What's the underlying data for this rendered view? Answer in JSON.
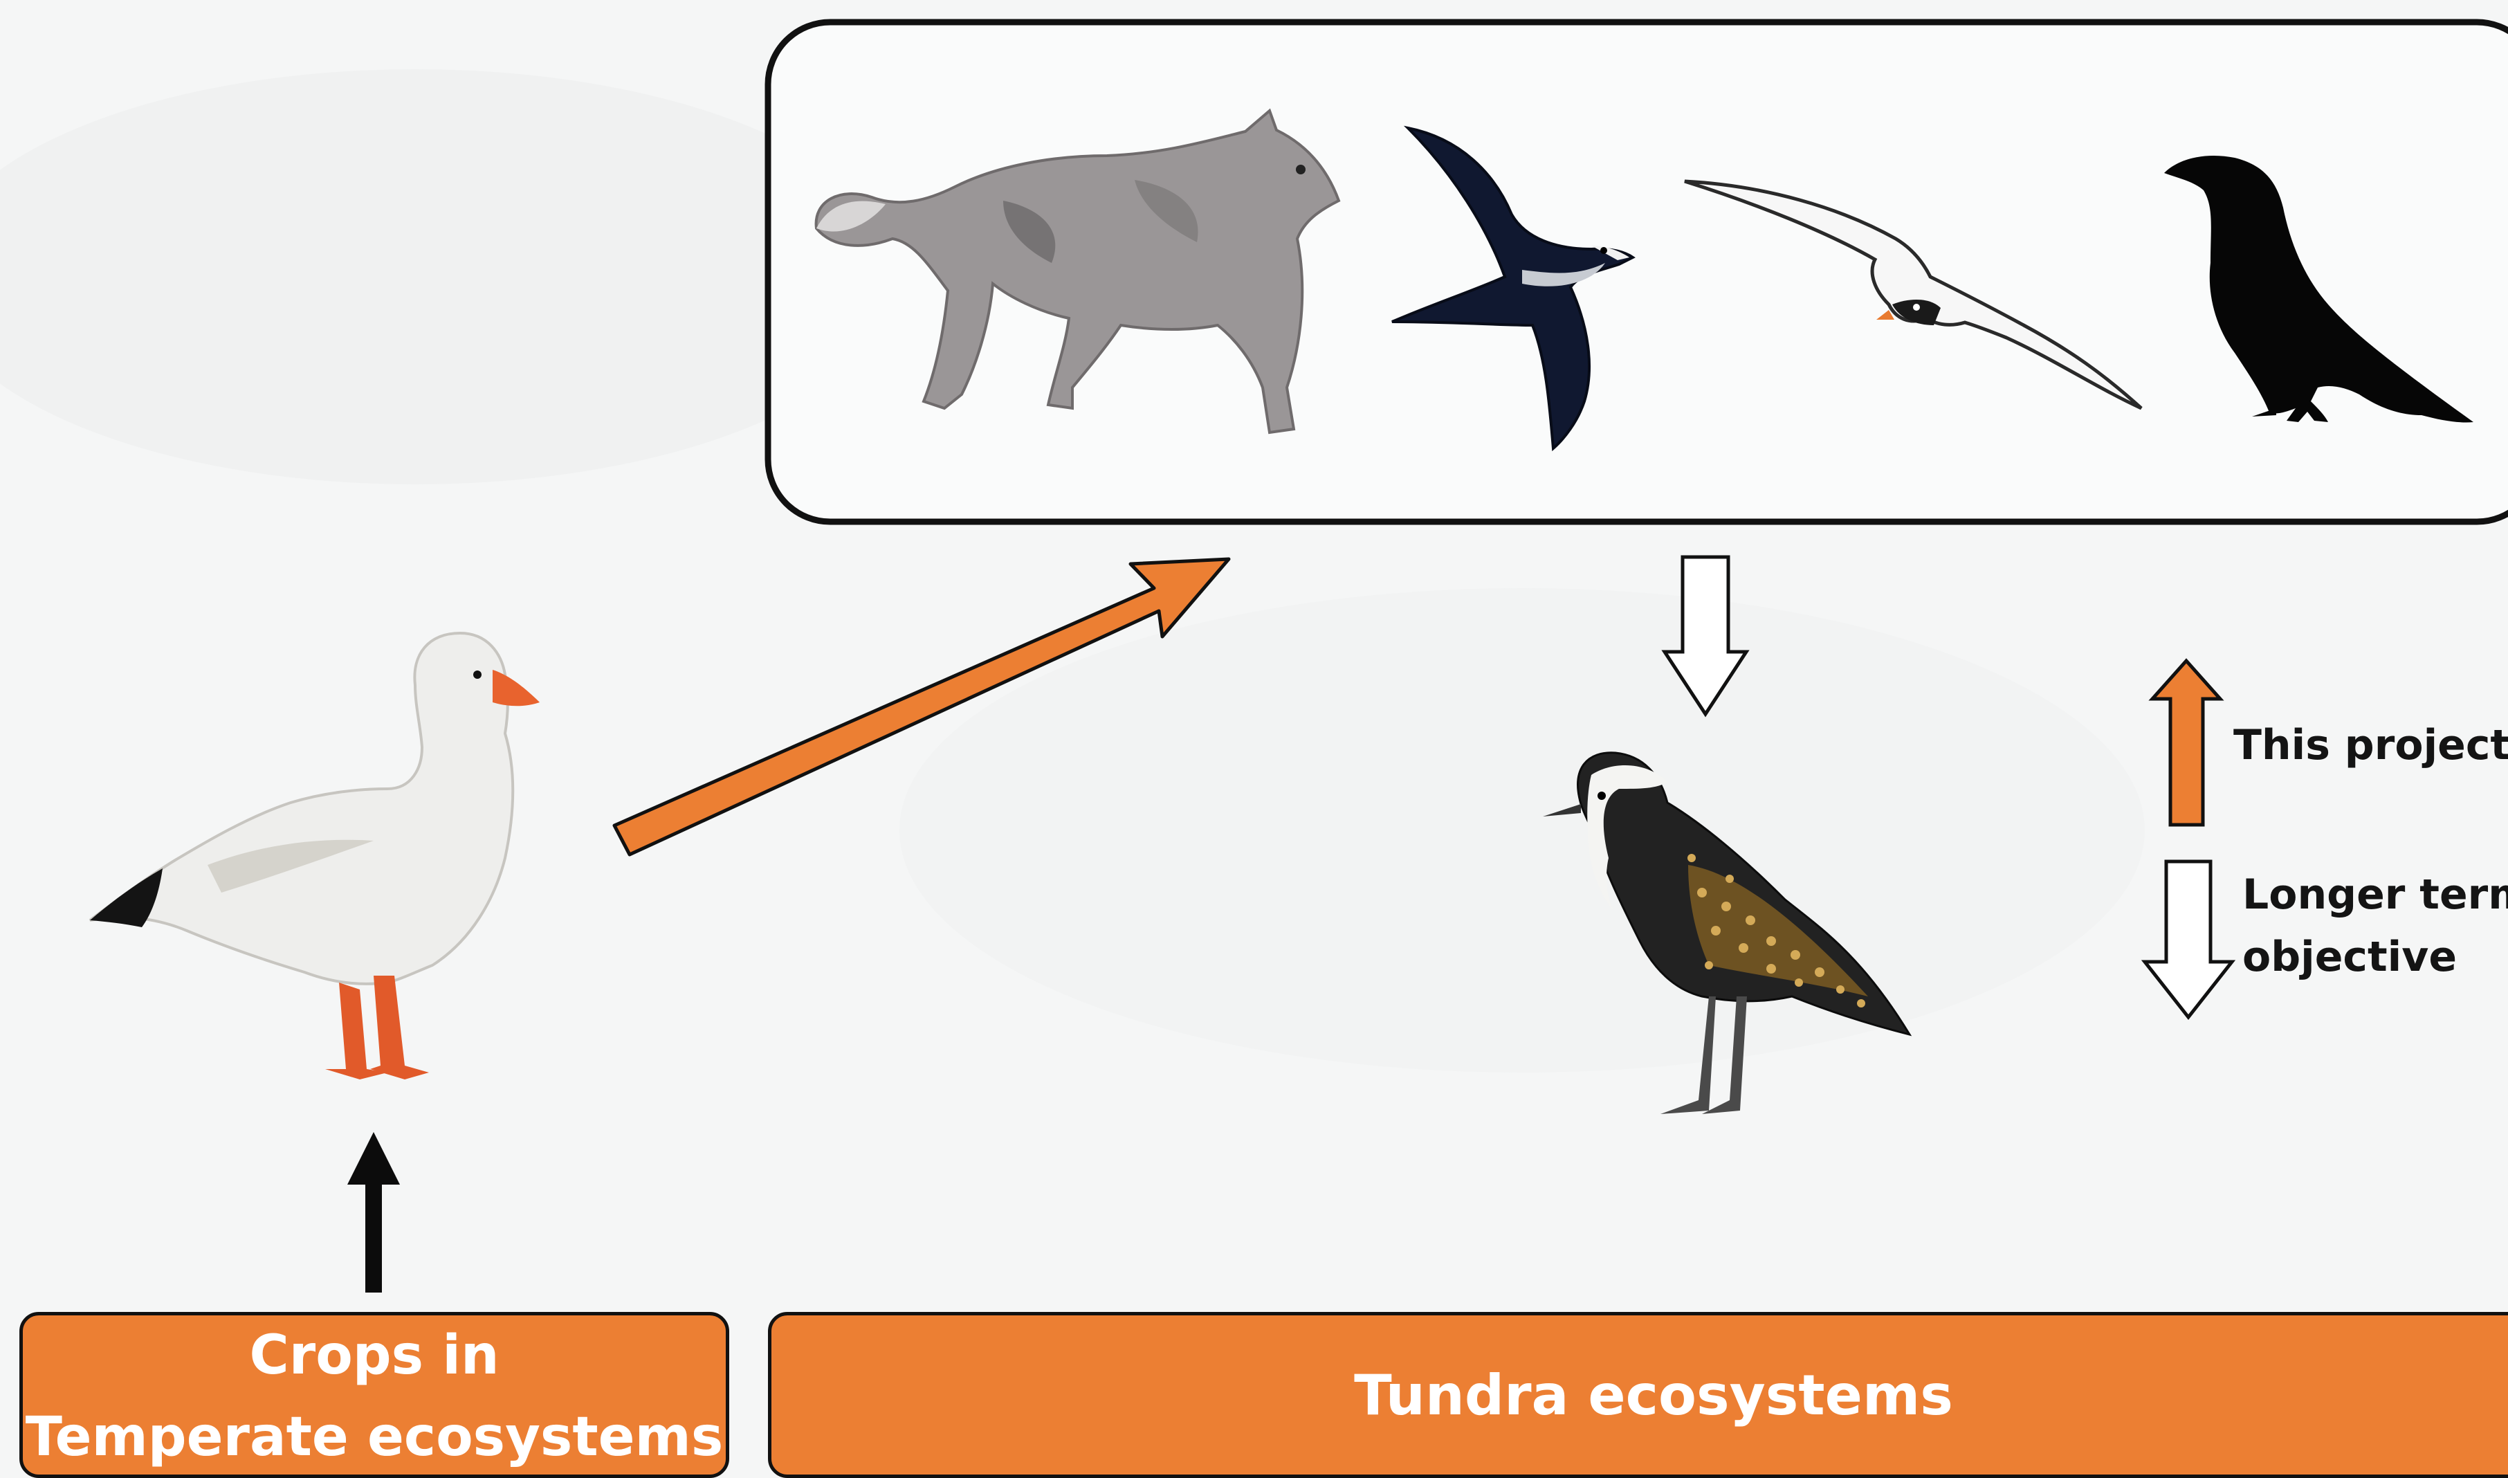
{
  "boxes": {
    "crops_line1": "Crops in",
    "crops_line2": "Temperate ecosystems",
    "tundra": "Tundra ecosystems"
  },
  "legend": {
    "this_project": "This project",
    "longer_term_line1": "Longer term",
    "longer_term_line2": "objective"
  },
  "colors": {
    "orange": "#ec7f33",
    "outline": "#111111",
    "background": "#f5f6f6"
  },
  "icons": {
    "goose": "snow-goose-illustration",
    "fox": "arctic-fox-illustration",
    "jaeger": "jaeger-illustration",
    "gull": "gull-illustration",
    "raven": "raven-silhouette",
    "plover": "golden-plover-illustration"
  }
}
